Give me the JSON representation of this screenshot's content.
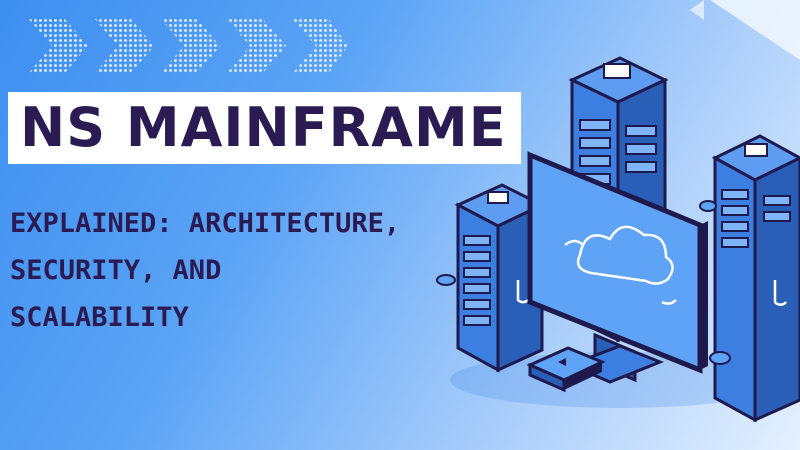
{
  "title": "NS MAINFRAME",
  "subtitle": {
    "line1": "EXPLAINED: ARCHITECTURE,",
    "line2": "SECURITY, AND",
    "line3": "SCALABILITY"
  },
  "colors": {
    "title_text": "#2a1c52",
    "title_box": "#ffffff",
    "accent_blue": "#3d8ff0",
    "navy": "#1f1a4d"
  },
  "icons": [
    "chevron-arrows-icon",
    "server-tower-icon",
    "monitor-icon",
    "cloud-icon",
    "router-icon"
  ]
}
